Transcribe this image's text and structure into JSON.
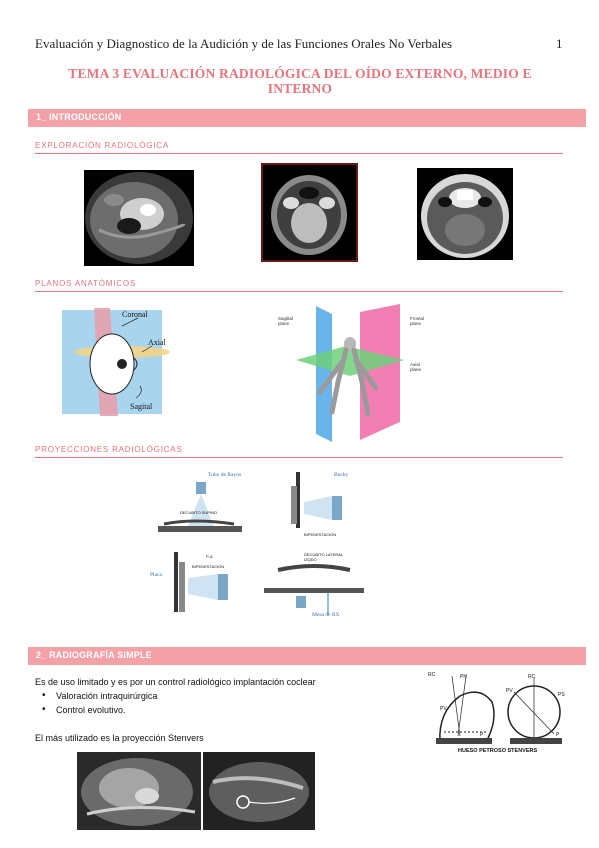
{
  "header": {
    "running_title": "Evaluación y Diagnostico de la Audición y de las Funciones Orales No Verbales",
    "page_number": "1"
  },
  "title": "TEMA 3  EVALUACIÓN RADIOLÓGICA DEL OÍDO EXTERNO, MEDIO E INTERNO",
  "section1": {
    "heading": "1_ INTRODUCCIÓN",
    "sub1": "EXPLORACIÓN RADIOLÓGICA",
    "sub2": "PLANOS ANATÓMICOS",
    "sub3": "PROYECCIONES RADIOLÓGICAS",
    "planes_labels": {
      "coronal": "Coronal",
      "axial": "Axial",
      "sagital": "Sagital"
    },
    "body_plane_labels": {
      "sagittal": "Sagittal plane",
      "frontal": "Frontal plane",
      "axial": "Axial plane"
    },
    "projection_labels": {
      "tubo": "Tubo de Rayos",
      "bucky": "Bucky",
      "decubito_supino": "DECUBITO SUPINO",
      "bipedestacion1": "BIPEDESTACION",
      "pa": "P-A",
      "bipedestacion2": "BIPEDESTACION",
      "placa": "Placa",
      "decubito_lateral": "DECUBITO LATERAL IZQDO",
      "mesa": "Mesa de RX"
    }
  },
  "section2": {
    "heading": "2_ RADIOGRAFÍA SIMPLE",
    "paragraph": "Es de uso limitado y es por un control radiológico implantación coclear",
    "bullets": [
      "Valoración intraquirúrgica",
      "Control evolutivo."
    ],
    "note": "El más utilizado es la proyección Stenvers",
    "diagram_caption": "HUESO PETROSO STENVERS",
    "diagram_labels": [
      "RC",
      "PH",
      "PV",
      "P",
      "RC",
      "PV",
      "PS",
      "P"
    ]
  }
}
